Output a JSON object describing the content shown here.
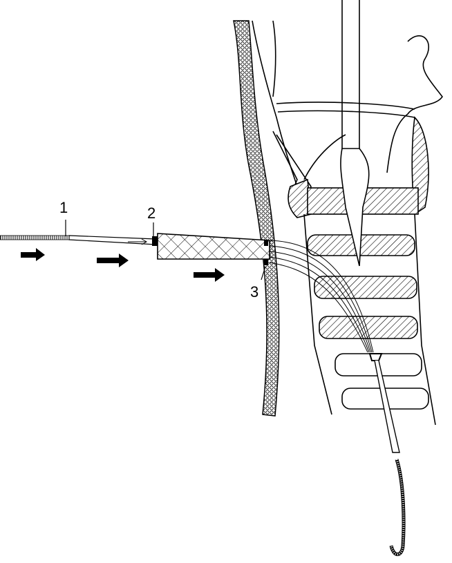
{
  "labels": {
    "guidewire": "1",
    "dilator_marker": "2",
    "sheath_marker": "3"
  },
  "colors": {
    "ink": "#000000",
    "background": "#ffffff"
  }
}
